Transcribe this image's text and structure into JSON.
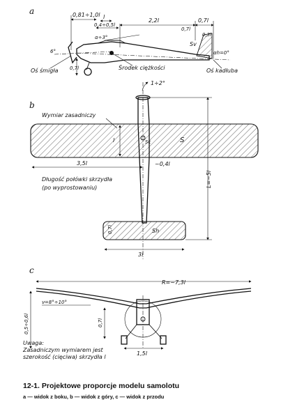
{
  "panels": {
    "a": "a",
    "b": "b",
    "c": "c"
  },
  "side_view": {
    "dim_nose": "0,81÷1,0l",
    "dim_l": "l",
    "dim_wing_pos": "0,4÷0,5l",
    "dim_fuselage": "2,2l",
    "dim_tail_top": "0,7l",
    "dim_fin_h": "0,7l",
    "dim_fin_w": "0,3l",
    "fin_area": "Sv",
    "angle_wing": "α÷3°",
    "angle_tail": "αh=0°",
    "angle_prop": "6°",
    "dim_gear": "0,7l",
    "prop_axis": "Oś śmigła",
    "cg": "Środek ciężkości",
    "fuselage_axis": "Oś kadłuba"
  },
  "top_view": {
    "wing_area": "S",
    "tail_area": "Sh",
    "sc": "Sc",
    "chord_label": "Wymiar zasadniczy",
    "dim_chord": "l",
    "dim_half_span": "3,5l",
    "dim_offset": "~0,4l",
    "dim_length": "L=~5l",
    "dim_tail_span": "3l",
    "dim_tail_chord": "0,7l",
    "prop_angle": "1÷2°",
    "half_span_note_1": "Długość połówki skrzydła",
    "half_span_note_2": "(po wyprostowaniu)"
  },
  "front_view": {
    "dim_radius": "R=~7,3l",
    "dihedral": "ν=8°÷10°",
    "dim_height": "0,5÷0,6l",
    "dim_gear": "0,7l",
    "dim_track": "1,5l"
  },
  "note": {
    "line1": "Uwaga:",
    "line2": "Zasadniczym wymiarem jest",
    "line3": "szerokość (cięciwa) skrzydła l"
  },
  "caption": {
    "title": "12-1. Projektowe proporcje modelu samolotu",
    "subtitle": "a — widok z boku, b — widok z góry, c — widok z przodu"
  }
}
